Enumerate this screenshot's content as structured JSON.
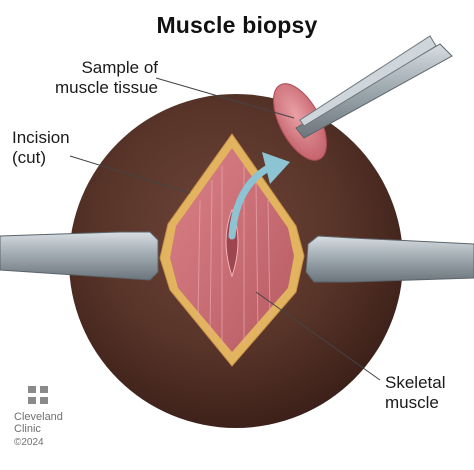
{
  "title": "Muscle biopsy",
  "labels": {
    "sample_line1": "Sample of",
    "sample_line2": "muscle tissue",
    "incision_line1": "Incision",
    "incision_line2": "(cut)",
    "skeletal_line1": "Skeletal",
    "skeletal_line2": "muscle"
  },
  "logo": {
    "line1": "Cleveland",
    "line2": "Clinic",
    "copyright": "©2024"
  },
  "colors": {
    "skin": "#5b362c",
    "muscle": "#c86f76",
    "muscle_light": "#e6a7ab",
    "fat_edge": "#e7c06a",
    "instrument": "#9aa4ac",
    "arrow": "#8cc4d4",
    "leader": "#444444"
  }
}
